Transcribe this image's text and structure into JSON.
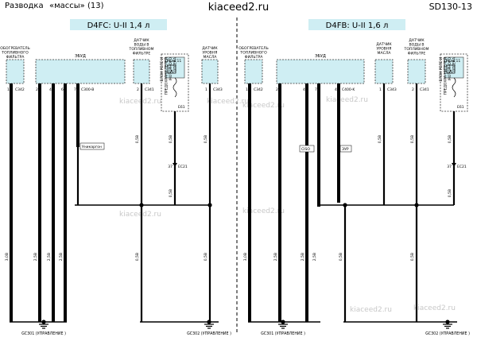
{
  "header": {
    "title": "Разводка",
    "subtitle": "«массы»",
    "page": "(13)",
    "site": "kiaceed2.ru",
    "code": "SD130-13"
  },
  "watermark": "kiaceed2.ru",
  "panels": [
    {
      "id": "left",
      "engine": "D4FC: U-II 1,4 л",
      "components": [
        {
          "id": "heater",
          "label": "ОБОГРЕВАТЕЛЬ ТОПЛИВНОГО ФИЛЬТРА",
          "pins": [
            {
              "num": "1",
              "conn": "C342"
            }
          ]
        },
        {
          "id": "ecu",
          "label": "ЭБУД",
          "pins": [
            {
              "num": "2",
              "conn": ""
            },
            {
              "num": "4",
              "conn": ""
            },
            {
              "num": "6",
              "conn": "C300-B"
            },
            {
              "num": "7",
              "conn": "C300-Б"
            }
          ]
        },
        {
          "id": "water",
          "label": "ДАТЧИК ВОДЫ В ТОПЛИВНОМ ФИЛЬТРЕ",
          "pins": [
            {
              "num": "2",
              "conn": "C341"
            }
          ]
        },
        {
          "id": "relay",
          "label": "БЛОК РЕЛЕ И ПРЕДОХРАНИ-ТЕЛЕЙ МОТОРНОГО ОТСЕКА",
          "relay": "Реле 11",
          "pin": "E61"
        },
        {
          "id": "oil",
          "label": "ДАТЧИК УРОВНЯ МАСЛА",
          "pins": [
            {
              "num": "1",
              "conn": "C343"
            }
          ]
        }
      ],
      "wires": [
        "3,0B",
        "2,5B",
        "2,5B",
        "2,5B",
        "0,5B",
        "0,5B",
        "0,5B",
        "0,5B",
        "0,5B",
        "0,5B"
      ],
      "connector_ec21": "EC21",
      "ec21_pin": "37",
      "tag": "Уникаргон",
      "grounds": [
        "GC301 (УПРАВЛЕНИЕ )",
        "GC302 (УПРАВЛЕНИЕ )"
      ]
    },
    {
      "id": "right",
      "engine": "D4FB: U-II 1,6 л",
      "components": [
        {
          "id": "heater",
          "label": "ОБОГРЕВАТЕЛЬ ТОПЛИВНОГО ФИЛЬТРА",
          "pins": [
            {
              "num": "1",
              "conn": "C342"
            }
          ]
        },
        {
          "id": "ecu",
          "label": "ЭБУД",
          "pins": [
            {
              "num": "2",
              "conn": ""
            },
            {
              "num": "4",
              "conn": ""
            },
            {
              "num": "78",
              "conn": ""
            },
            {
              "num": "40",
              "conn": "C400-K"
            }
          ]
        },
        {
          "id": "oil",
          "label": "ДАТЧИК УРОВНЯ МАСЛА",
          "pins": [
            {
              "num": "1",
              "conn": "C343"
            }
          ]
        },
        {
          "id": "water",
          "label": "ДАТЧИК ВОДЫ В ТОПЛИВНОМ ФИЛЬТРЕ",
          "pins": [
            {
              "num": "2",
              "conn": "C341"
            }
          ]
        },
        {
          "id": "relay",
          "label": "БЛОК РЕЛЕ И ПРЕДОХРА-НИТЕЛЕЙ МОТОРНОГО ОТСЕКА",
          "relay": "Реле 11",
          "pin": "E61"
        }
      ],
      "wires": [
        "3,0B",
        "2,5B",
        "2,5B",
        "2,5B",
        "0,5B",
        "0,5B",
        "0,5B",
        "0,5B",
        "0,5B",
        "0,5B"
      ],
      "connector_ec21": "EC21",
      "ec21_pin": "37",
      "tags": [
        "CISO",
        "ЭУР"
      ],
      "grounds": [
        "GC301 (УПРАВЛЕНИЕ )",
        "GC302 (УПРАВЛЕНИЕ )"
      ]
    }
  ]
}
